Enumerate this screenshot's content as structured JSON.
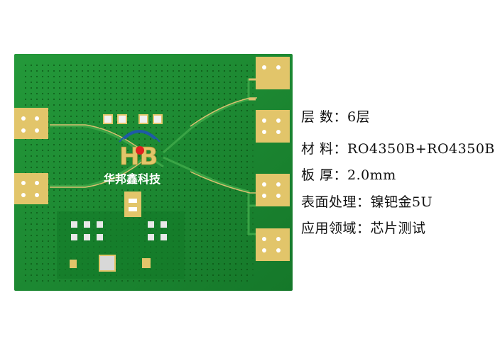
{
  "logo": {
    "mark": "HB",
    "company": "华邦鑫科技"
  },
  "specs": [
    {
      "label": "层  数：",
      "value": "6层"
    },
    {
      "label": "材  料：",
      "value": "RO4350B+RO4350B"
    },
    {
      "label": "板  厚：",
      "value": "2.0mm"
    },
    {
      "label": "表面处理：",
      "value": "镍钯金5U"
    },
    {
      "label": "应用领域：",
      "value": "芯片测试"
    }
  ],
  "colors": {
    "board_green": "#1f8e2e",
    "board_dark": "#0f6b1f",
    "gold": "#e2c56a",
    "trace": "#4aa84e",
    "logo_blue": "#1f5aa8",
    "logo_red": "#e02020"
  }
}
